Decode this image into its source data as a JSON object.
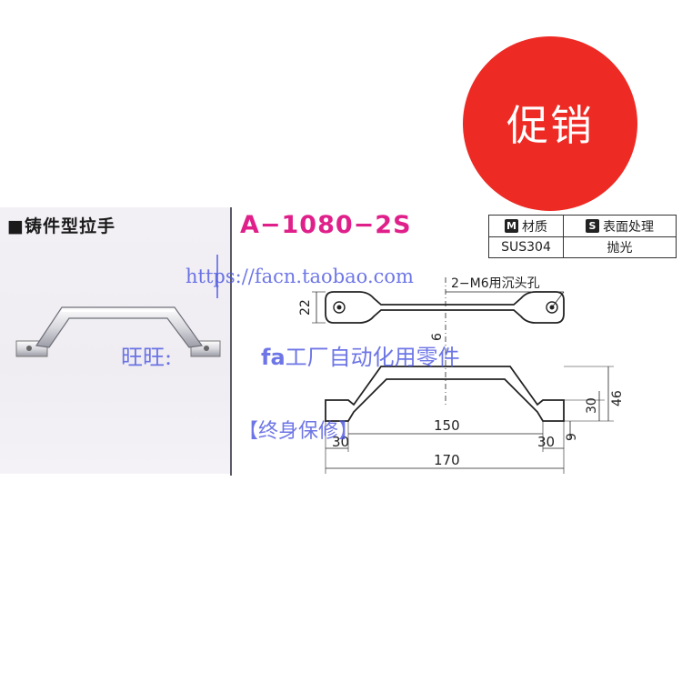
{
  "promo": {
    "label": "促销"
  },
  "product": {
    "category_title": "■铸件型拉手",
    "model": "A−1080−2S"
  },
  "spec_table": {
    "material_badge": "M",
    "material_header": "材质",
    "surface_badge": "S",
    "surface_header": "表面处理",
    "material_value": "SUS304",
    "surface_value": "抛光"
  },
  "drawing": {
    "hole_note": "2−M6用沉头孔",
    "dim_22": "22",
    "dim_6": "6",
    "dim_150": "150",
    "dim_170": "170",
    "dim_30_left": "30",
    "dim_30_right": "30",
    "dim_30_vertical": "30",
    "dim_46": "46",
    "dim_9": "9"
  },
  "watermarks": {
    "url": "https://facn.taobao.com",
    "wangwang": "旺旺:",
    "factory_prefix": "fa",
    "factory_suffix": "工厂自动化用零件",
    "warranty": "【终身保修】"
  },
  "colors": {
    "promo_red": "#ee2a24",
    "model_magenta": "#e0208a",
    "watermark_blue": "#4a55e0"
  }
}
